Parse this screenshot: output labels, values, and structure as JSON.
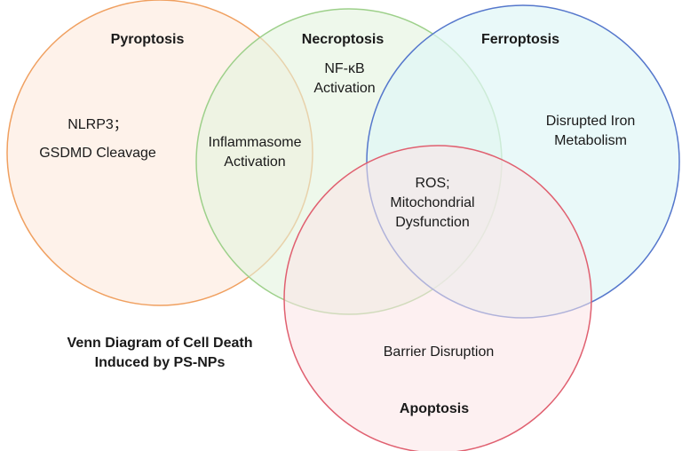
{
  "diagram": {
    "sets": [
      {
        "id": "pyroptosis",
        "label": "Pyroptosis",
        "stroke": "#f0a060",
        "fill": "#fde9dc"
      },
      {
        "id": "necroptosis",
        "label": "Necroptosis",
        "stroke": "#9dd08a",
        "fill": "#e3f3dd"
      },
      {
        "id": "ferroptosis",
        "label": "Ferroptosis",
        "stroke": "#5577cc",
        "fill": "#dff7f6"
      },
      {
        "id": "apoptosis",
        "label": "Apoptosis",
        "stroke": "#e06070",
        "fill": "#fbe3e6"
      }
    ],
    "regions": {
      "pyroptosis_only": [
        "NLRP3；",
        "GSDMD Cleavage"
      ],
      "necroptosis_only": [
        "NF-κB",
        "Activation"
      ],
      "pyroptosis_necroptosis": [
        "Inflammasome",
        "Activation"
      ],
      "ferroptosis_only": [
        "Disrupted Iron",
        "Metabolism"
      ],
      "shared_center": [
        "ROS;",
        "Mitochondrial",
        "Dysfunction"
      ],
      "apoptosis_only": [
        "Barrier Disruption"
      ]
    },
    "caption": [
      "Venn Diagram of Cell Death",
      "Induced by PS-NPs"
    ]
  }
}
